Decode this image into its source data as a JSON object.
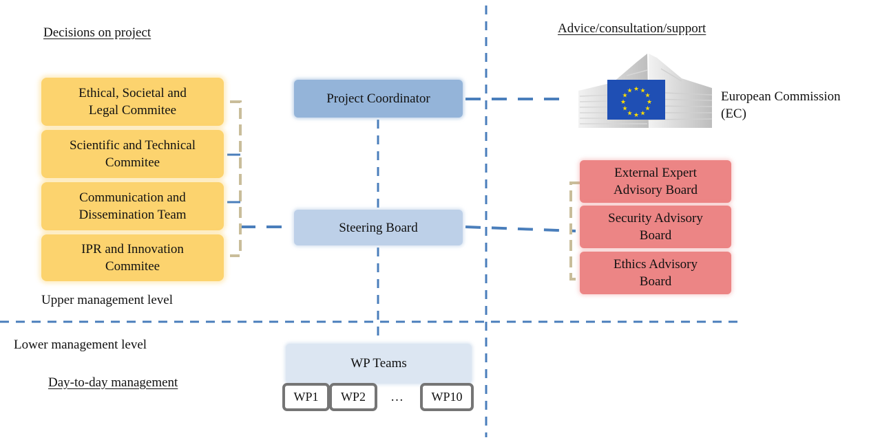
{
  "headings": {
    "decisions": "Decisions on project",
    "advice": "Advice/consultation/support",
    "upper": "Upper management level",
    "lower": "Lower management level",
    "day_to_day": "Day-to-day management"
  },
  "committees": [
    "Ethical, Societal and\nLegal Commitee",
    "Scientific and Technical\nCommitee",
    "Communication and\nDissemination Team",
    "IPR and Innovation\nCommitee"
  ],
  "coordinator": "Project Coordinator",
  "steering": "Steering Board",
  "advisory": [
    "External Expert\nAdvisory Board",
    "Security Advisory\nBoard",
    "Ethics Advisory\nBoard"
  ],
  "ec_label": "European Commission\n(EC)",
  "wp_teams": "WP Teams",
  "wp_items": [
    "WP1",
    "WP2",
    "WP10"
  ],
  "ellipsis": "…",
  "colors": {
    "dashed_line": "#4a7ebb",
    "bracket": "#c9bd9a",
    "yellow_box": "#fcd36e",
    "red_box": "#ec8585",
    "coordinator_box": "#94b4d9",
    "steering_box": "#bdd0e8",
    "wp_teams_box": "#dce6f2",
    "eu_flag": "#1f4fb4",
    "eu_star": "#ffdd00"
  }
}
